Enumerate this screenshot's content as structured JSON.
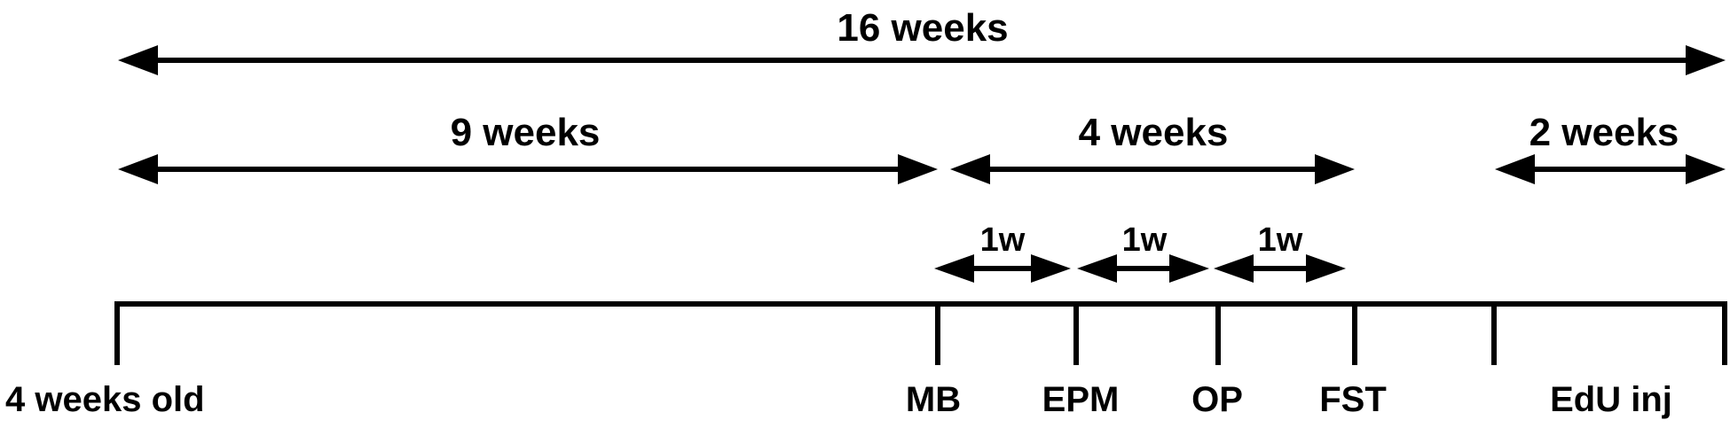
{
  "diagram": {
    "ink_color": "#000000",
    "background": "#ffffff",
    "spans": {
      "total": "16 weeks",
      "first": "9 weeks",
      "second": "4 weeks",
      "third": "2 weeks",
      "week1": "1w",
      "week2": "1w",
      "week3": "1w"
    },
    "milestones": {
      "start": "4 weeks old",
      "mb": "MB",
      "epm": "EPM",
      "op": "OP",
      "fst": "FST",
      "edu": "EdU inj"
    }
  }
}
